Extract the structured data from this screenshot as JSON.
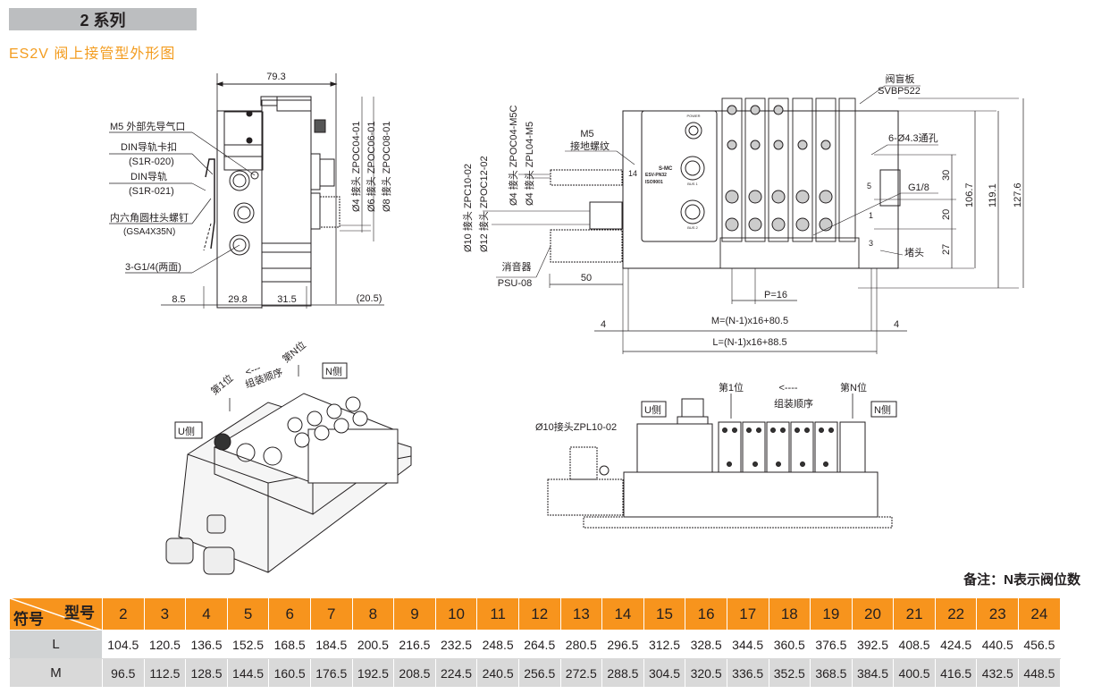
{
  "header": {
    "series_title": "2 系列",
    "subtitle": "ES2V 阀上接管型外形图"
  },
  "side_view": {
    "dims": {
      "overall_width": "79.3",
      "d1": "8.5",
      "d2": "29.8",
      "d3": "31.5",
      "d4": "(20.5)"
    },
    "callouts": {
      "m5_pilot": "M5 外部先导气口",
      "din_clip": "DIN导轨卡扣",
      "din_clip_code": "(S1R-020)",
      "din_rail": "DIN导轨",
      "din_rail_code": "(S1R-021)",
      "hex_screw": "内六角圆柱头螺钉",
      "hex_screw_code": "(GSA4X35N)",
      "port": "3-G1/4(两面)"
    },
    "fittings": [
      "Ø4 接头 ZPOC04-01",
      "Ø6 接头 ZPOC06-01",
      "Ø8 接头 ZPOC08-01"
    ]
  },
  "front_view": {
    "left_fittings_a": [
      "Ø10 接头 ZPC10-02",
      "Ø12 接头 ZPOC12-02"
    ],
    "left_fittings_b": [
      "Ø4 接头 ZPOC04-M5C",
      "Ø4 接头 ZPL04-M5"
    ],
    "m5": "M5",
    "ground_thread": "接地螺纹",
    "silencer": "消音器",
    "silencer_code": "PSU-08",
    "dim_50": "50",
    "blank_plate": "阀盲板",
    "blank_plate_code": "SVBP522",
    "through_holes": "6-Ø4.3通孔",
    "g18": "G1/8",
    "plug": "堵头",
    "dim_30": "30",
    "dim_20": "20",
    "dim_27": "27",
    "dim_1067": "106.7",
    "dim_1191": "119.1",
    "dim_1276": "127.6",
    "pitch": "P=16",
    "m_formula": "M=(N-1)x16+80.5",
    "l_formula": "L=(N-1)x16+88.5",
    "dim_4_left": "4",
    "dim_4_right": "4",
    "port_labels": [
      "14",
      "5",
      "1",
      "3"
    ],
    "panel": {
      "power": "POWER",
      "bus1": "BUS 1",
      "bus2": "BUS 2",
      "model": "ESV-PN32",
      "iso": "ISO9001",
      "brand": "S-MC"
    }
  },
  "iso_view": {
    "first": "第1位",
    "nth": "第N位",
    "order": "组装顺序",
    "arrow": "<---",
    "u_side": "U侧",
    "n_side": "N侧"
  },
  "side_assembly_view": {
    "first": "第1位",
    "nth": "第N位",
    "order": "组装顺序",
    "arrow": "<----",
    "u_side": "U侧",
    "n_side": "N侧",
    "fitting": "Ø10接头ZPL10-02"
  },
  "note": "备注：N表示阀位数",
  "table": {
    "corner_top": "型号",
    "corner_bottom": "符号",
    "columns": [
      "2",
      "3",
      "4",
      "5",
      "6",
      "7",
      "8",
      "9",
      "10",
      "11",
      "12",
      "13",
      "14",
      "15",
      "16",
      "17",
      "18",
      "19",
      "20",
      "21",
      "22",
      "23",
      "24"
    ],
    "rows": [
      {
        "label": "L",
        "values": [
          "104.5",
          "120.5",
          "136.5",
          "152.5",
          "168.5",
          "184.5",
          "200.5",
          "216.5",
          "232.5",
          "248.5",
          "264.5",
          "280.5",
          "296.5",
          "312.5",
          "328.5",
          "344.5",
          "360.5",
          "376.5",
          "392.5",
          "408.5",
          "424.5",
          "440.5",
          "456.5"
        ]
      },
      {
        "label": "M",
        "values": [
          "96.5",
          "112.5",
          "128.5",
          "144.5",
          "160.5",
          "176.5",
          "192.5",
          "208.5",
          "224.5",
          "240.5",
          "256.5",
          "272.5",
          "288.5",
          "304.5",
          "320.5",
          "336.5",
          "352.5",
          "368.5",
          "384.5",
          "400.5",
          "416.5",
          "432.5",
          "448.5"
        ]
      }
    ]
  }
}
